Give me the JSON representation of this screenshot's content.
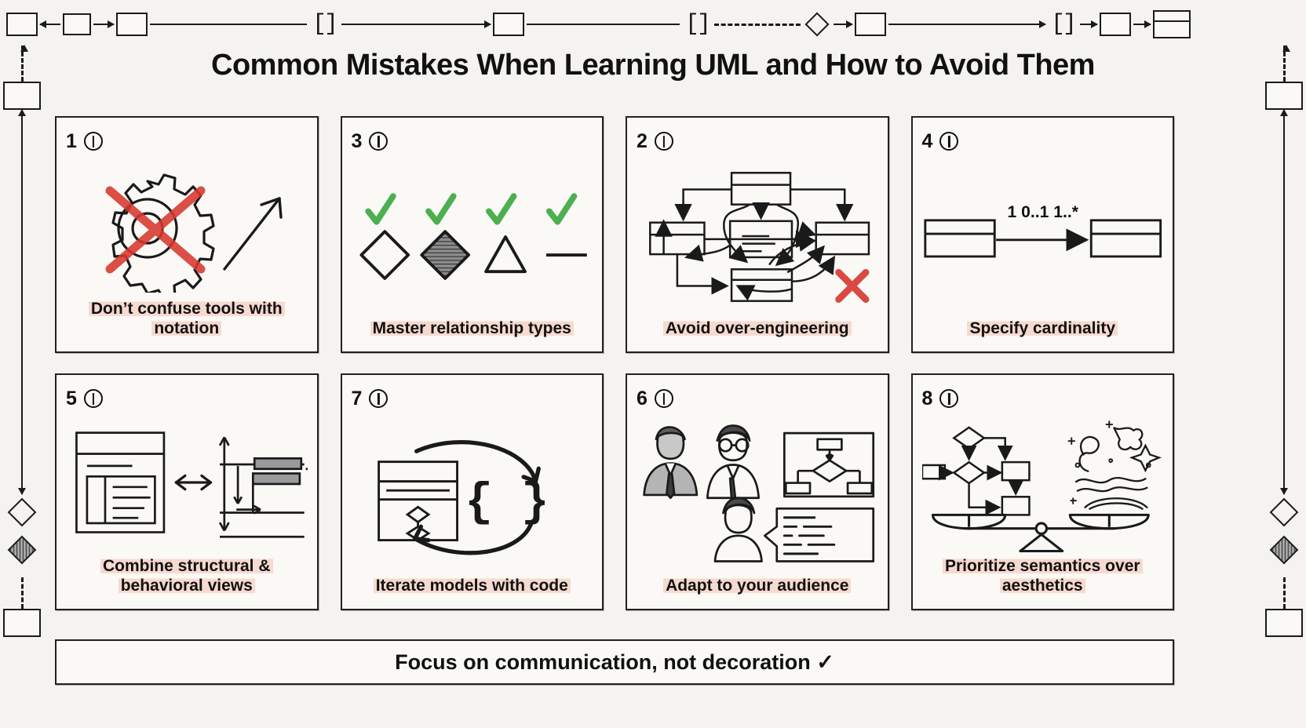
{
  "page": {
    "title": "Common Mistakes When Learning UML and How to Avoid Them",
    "background_color": "#f4f3ef",
    "ink_color": "#1a1a1a",
    "highlight_color": "#f6d9cf",
    "accent_red": "#d7382f",
    "accent_green": "#4caf50"
  },
  "footer": {
    "text": "Focus on communication, not decoration ✓"
  },
  "cards": [
    {
      "number": "1",
      "badge_icon": "info-circle-icon",
      "caption": "Don’t confuse tools with notation",
      "art_name": "crossed-gear-with-arrow"
    },
    {
      "number": "3",
      "badge_icon": "info-circle-icon",
      "caption": "Master relationship types",
      "art_name": "uml-relationship-symbols",
      "symbols": [
        {
          "name": "hollow-diamond-aggregation",
          "check": "✔"
        },
        {
          "name": "filled-diamond-composition",
          "check": "✔"
        },
        {
          "name": "hollow-triangle-inheritance",
          "check": "✔"
        },
        {
          "name": "plain-line-association",
          "check": "✔"
        }
      ]
    },
    {
      "number": "2",
      "badge_icon": "info-circle-icon",
      "caption": "Avoid over-engineering",
      "art_name": "tangled-class-diagram-with-red-x"
    },
    {
      "number": "4",
      "badge_icon": "info-circle-icon",
      "caption": "Specify cardinality",
      "art_name": "two-classes-with-multiplicity",
      "multiplicity_label": "1  0..1  1..*"
    },
    {
      "number": "5",
      "badge_icon": "info-circle-icon",
      "caption": "Combine structural & behavioral views",
      "art_name": "structure-and-sequence-double-arrow"
    },
    {
      "number": "7",
      "badge_icon": "info-circle-icon",
      "caption": "Iterate models with code",
      "art_name": "model-code-cycle",
      "code_braces": "{  }"
    },
    {
      "number": "6",
      "badge_icon": "info-circle-icon",
      "caption": "Adapt to your audience",
      "art_name": "three-audience-personas"
    },
    {
      "number": "8",
      "badge_icon": "info-circle-icon",
      "caption": "Prioritize semantics over aesthetics",
      "art_name": "balance-scale-flowchart-vs-decoration"
    }
  ],
  "decorations": {
    "top_chain": "box ← box → box ── [] ──→ box ── [] ┄┄ ◇ ·→ box ──→ [] → box → box",
    "side_chain": "box ⇡ box ↑ ──── ↓ ◇ ◆ ┄ box"
  }
}
